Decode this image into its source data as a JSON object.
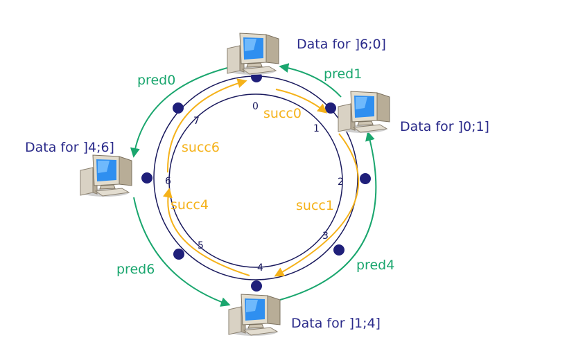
{
  "ring": {
    "nodes": [
      "0",
      "1",
      "2",
      "3",
      "4",
      "5",
      "6",
      "7"
    ]
  },
  "computers": {
    "c0": {
      "label": "Data for ]6;0]"
    },
    "c1": {
      "label": "Data for ]0;1]"
    },
    "c4": {
      "label": "Data for ]1;4]"
    },
    "c6": {
      "label": "Data for ]4;6]"
    }
  },
  "arrows": {
    "succ": [
      "succ0",
      "succ1",
      "succ4",
      "succ6"
    ],
    "pred": [
      "pred0",
      "pred1",
      "pred4",
      "pred6"
    ]
  },
  "colors": {
    "ring": "#1a1a5e",
    "node": "#1f1f7a",
    "succ": "#f5b21a",
    "pred": "#1aa66e",
    "text": "#2a2a8a"
  }
}
